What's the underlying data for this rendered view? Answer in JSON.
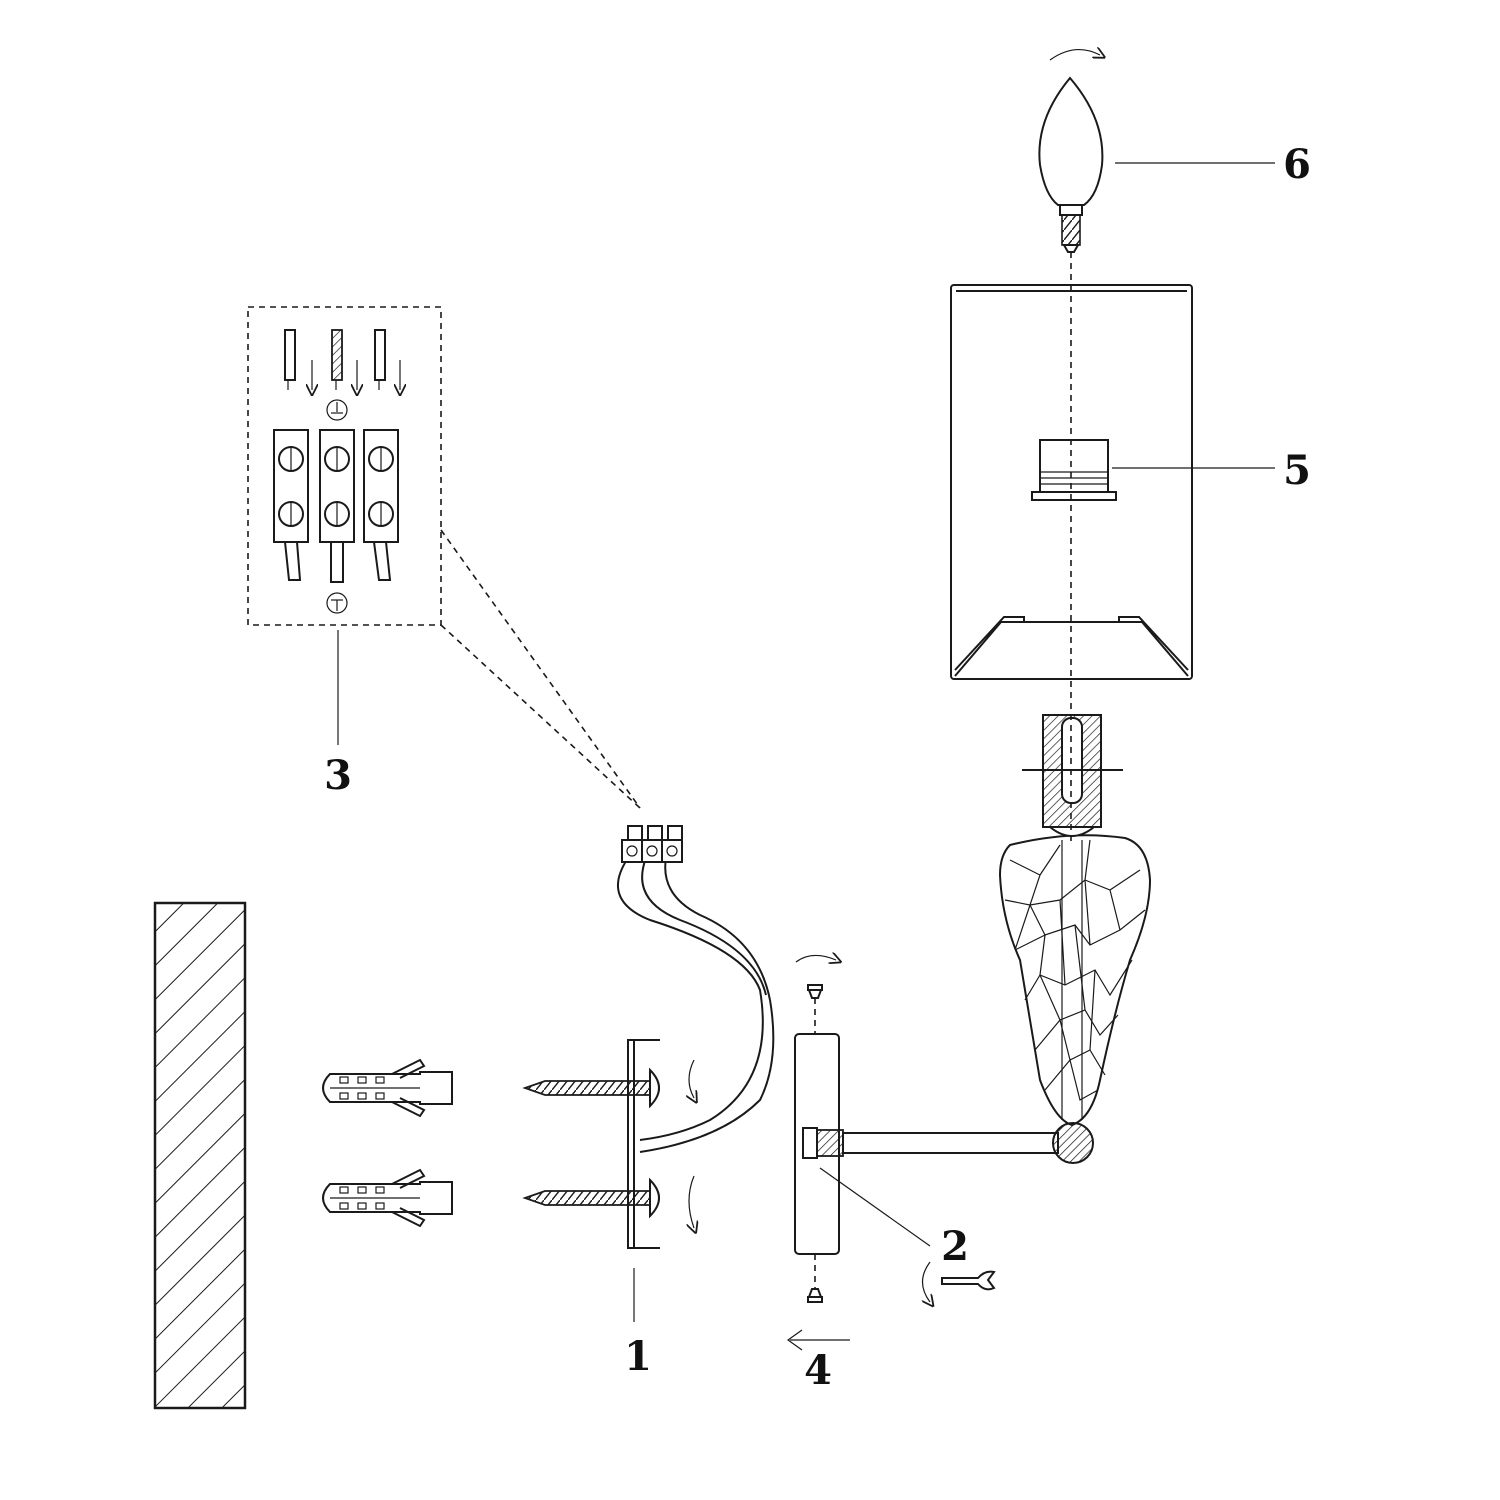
{
  "labels": {
    "p1": "1",
    "p2": "2",
    "p3": "3",
    "p4": "4",
    "p5": "5",
    "p6": "6"
  },
  "icons": [
    "rotate-arrow-icon",
    "wrench-icon",
    "arrow-left-icon",
    "ground-symbol-icon"
  ],
  "colors": {
    "line": "#1a1a1a",
    "background": "#ffffff"
  }
}
